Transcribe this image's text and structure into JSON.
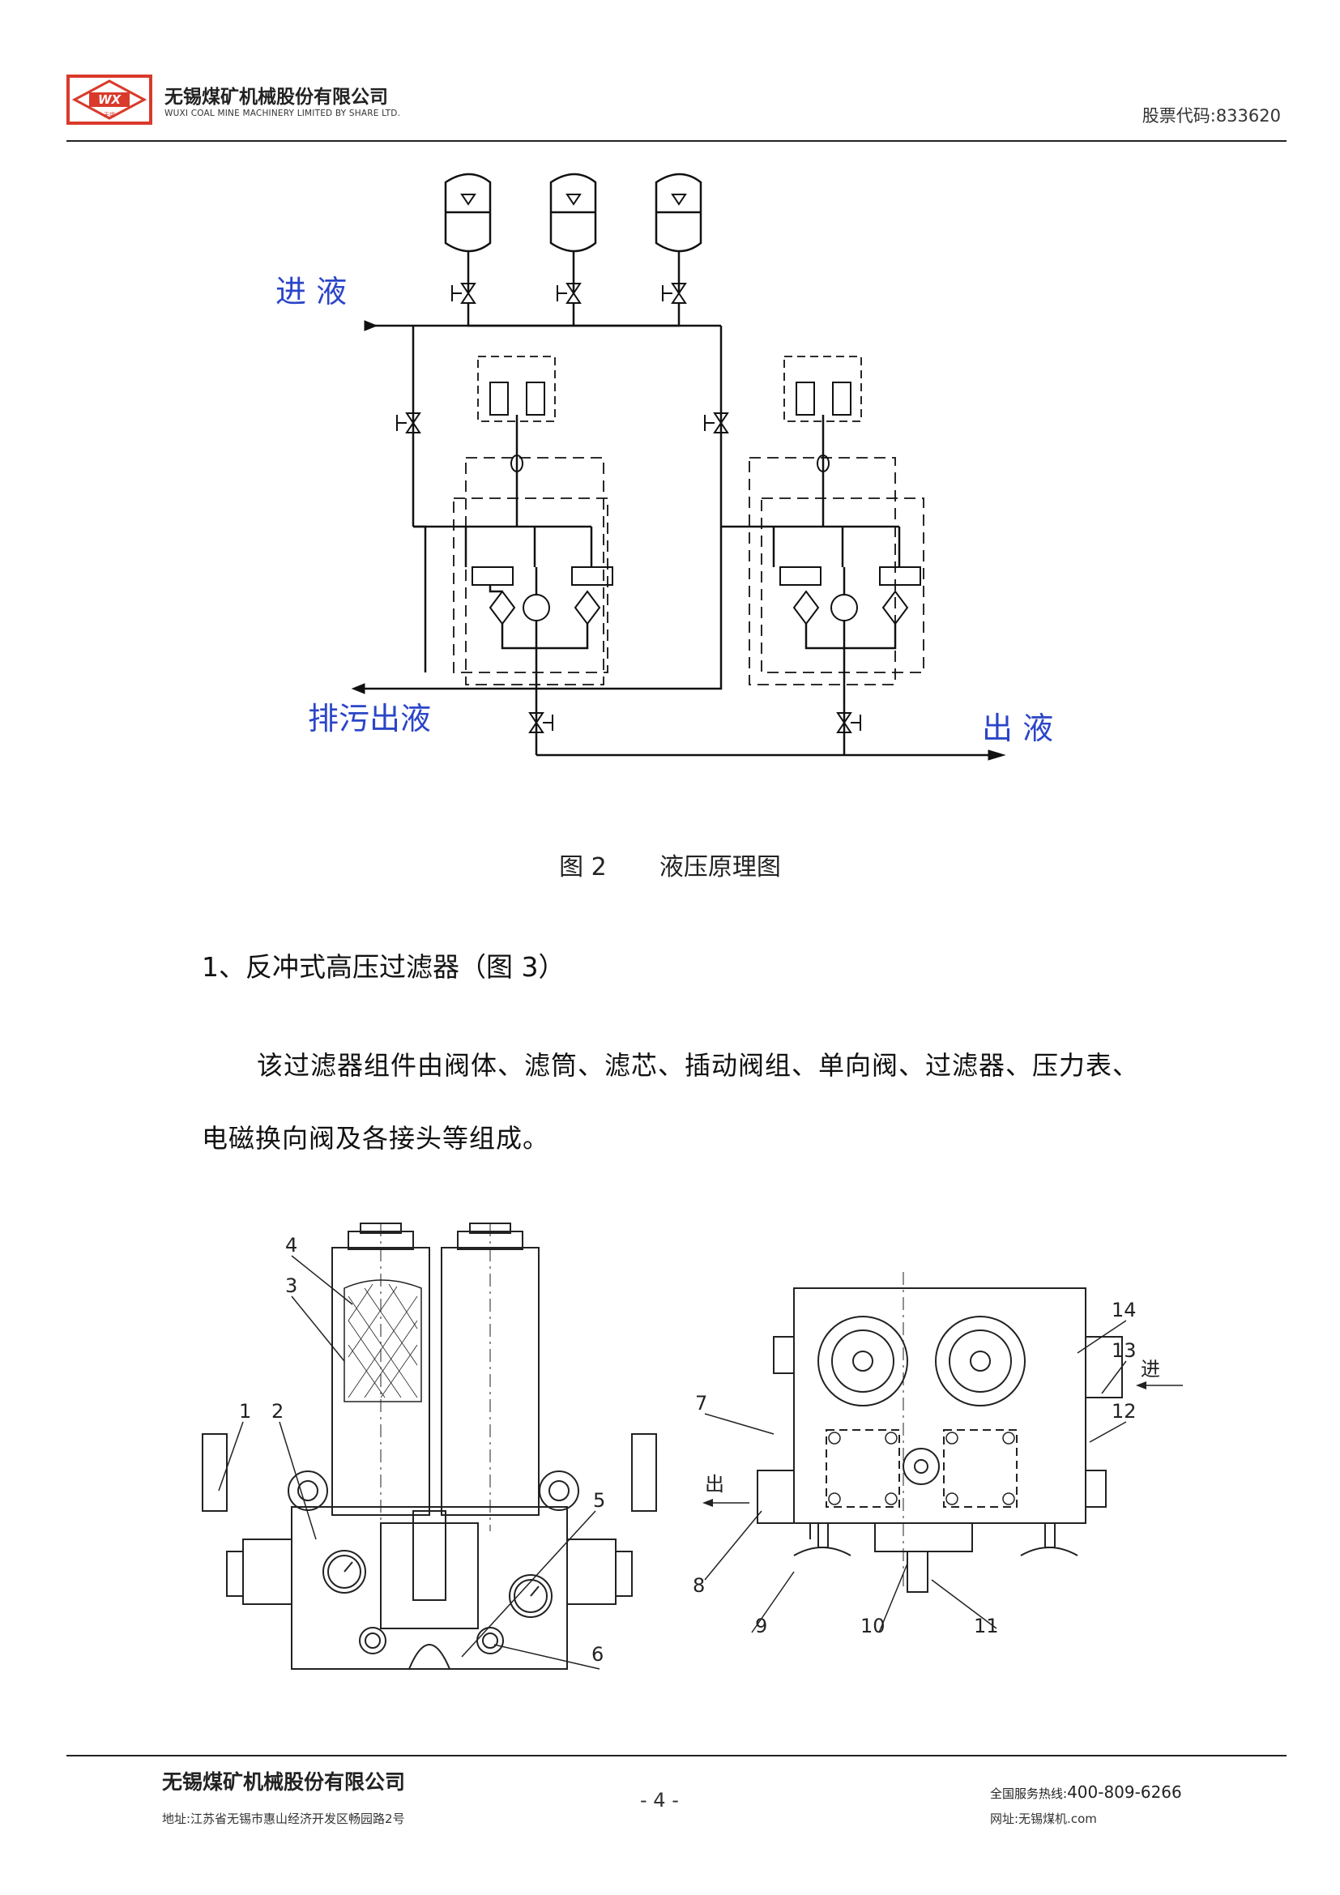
{
  "header": {
    "company_cn": "无锡煤矿机械股份有限公司",
    "company_en": "WUXI COAL MINE MACHINERY LIMITED BY SHARE LTD.",
    "logo_text": "WX",
    "logo_small": "无锡",
    "stock_code": "股票代码:833620"
  },
  "figure2": {
    "label_inlet": "进 液",
    "label_drain": "排污出液",
    "label_outlet": "出 液",
    "caption_num": "图 2",
    "caption_title": "液压原理图"
  },
  "section": {
    "heading": "1、反冲式高压过滤器（图 3）",
    "para_line1": "该过滤器组件由阀体、滤筒、滤芯、插动阀组、单向阀、过滤器、压力表、",
    "para_line2": "电磁换向阀及各接头等组成。"
  },
  "figure3": {
    "callouts": [
      "1",
      "2",
      "3",
      "4",
      "5",
      "6",
      "7",
      "8",
      "9",
      "10",
      "11",
      "12",
      "13",
      "14"
    ],
    "label_in": "进",
    "label_out": "出"
  },
  "footer": {
    "company": "无锡煤矿机械股份有限公司",
    "address": "地址:江苏省无锡市惠山经济开发区畅园路2号",
    "page": "- 4 -",
    "hotline_label": "全国服务热线:",
    "hotline": "400-809-6266",
    "website": "网址:无锡煤机.com"
  },
  "colors": {
    "logo_red": "#d93a2b",
    "label_blue": "#2b45c8",
    "line": "#111111"
  }
}
